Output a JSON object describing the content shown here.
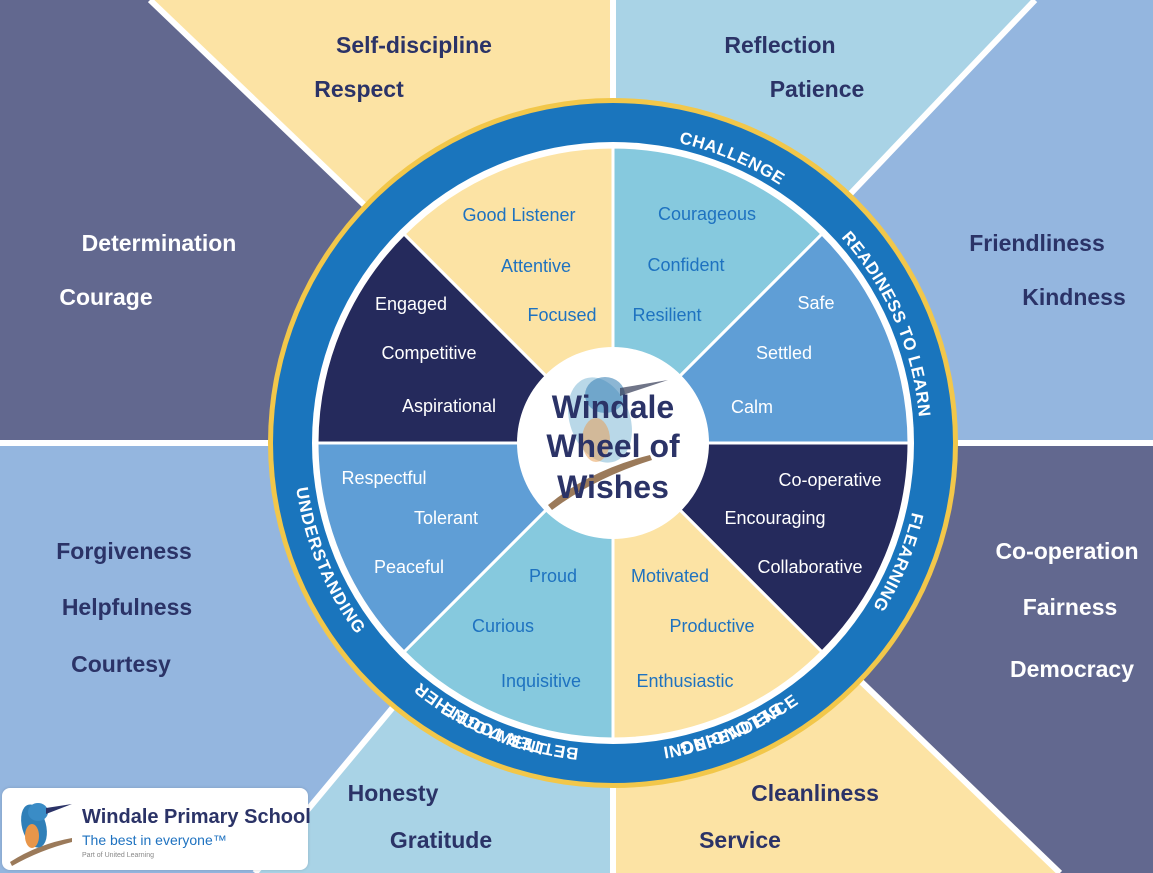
{
  "center": {
    "line1": "Windale",
    "line2": "Wheel of",
    "line3": "Wishes"
  },
  "colors": {
    "navy": "#252a5c",
    "slate": "#62688f",
    "periwinkle": "#94b6df",
    "sky": "#a9d3e6",
    "sand": "#fce3a4",
    "ring_blue": "#1a75bd",
    "ring_gold": "#f2c74a",
    "text_navy": "#2b3367",
    "text_blue": "#1e72c0"
  },
  "ring_labels": {
    "readiness": "READINESS TO LEARN",
    "flearning": "FLEARNING",
    "belonging": "BELONGING",
    "better_together": "BETTER TOGETHER",
    "independence": "INDEPENDENCE",
    "enjoyment": "ENJOYMENT",
    "understanding": "UNDERSTANDING",
    "challenge": "CHALLENGE"
  },
  "outer_values": {
    "top_left": [
      "Self-discipline",
      "Respect"
    ],
    "top_right": [
      "Reflection",
      "Patience"
    ],
    "left_top": [
      "Determination",
      "Courage"
    ],
    "right_top": [
      "Friendliness",
      "Kindness"
    ],
    "left_bottom": [
      "Forgiveness",
      "Helpfulness",
      "Courtesy"
    ],
    "right_bottom": [
      "Co-operation",
      "Fairness",
      "Democracy"
    ],
    "bottom_left": [
      "Honesty",
      "Gratitude"
    ],
    "bottom_right": [
      "Cleanliness",
      "Service"
    ]
  },
  "wheel_words": {
    "readiness": [
      "Good Listener",
      "Attentive",
      "Focused"
    ],
    "flearning": [
      "Courageous",
      "Confident",
      "Resilient"
    ],
    "belonging": [
      "Safe",
      "Settled",
      "Calm"
    ],
    "better_together": [
      "Co-operative",
      "Encouraging",
      "Collaborative"
    ],
    "independence": [
      "Motivated",
      "Productive",
      "Enthusiastic"
    ],
    "enjoyment": [
      "Proud",
      "Curious",
      "Inquisitive"
    ],
    "understanding": [
      "Respectful",
      "Tolerant",
      "Peaceful"
    ],
    "challenge": [
      "Engaged",
      "Competitive",
      "Aspirational"
    ]
  },
  "logo": {
    "name": "Windale Primary School",
    "tagline": "The best in everyone™",
    "subline": "Part of United Learning"
  }
}
